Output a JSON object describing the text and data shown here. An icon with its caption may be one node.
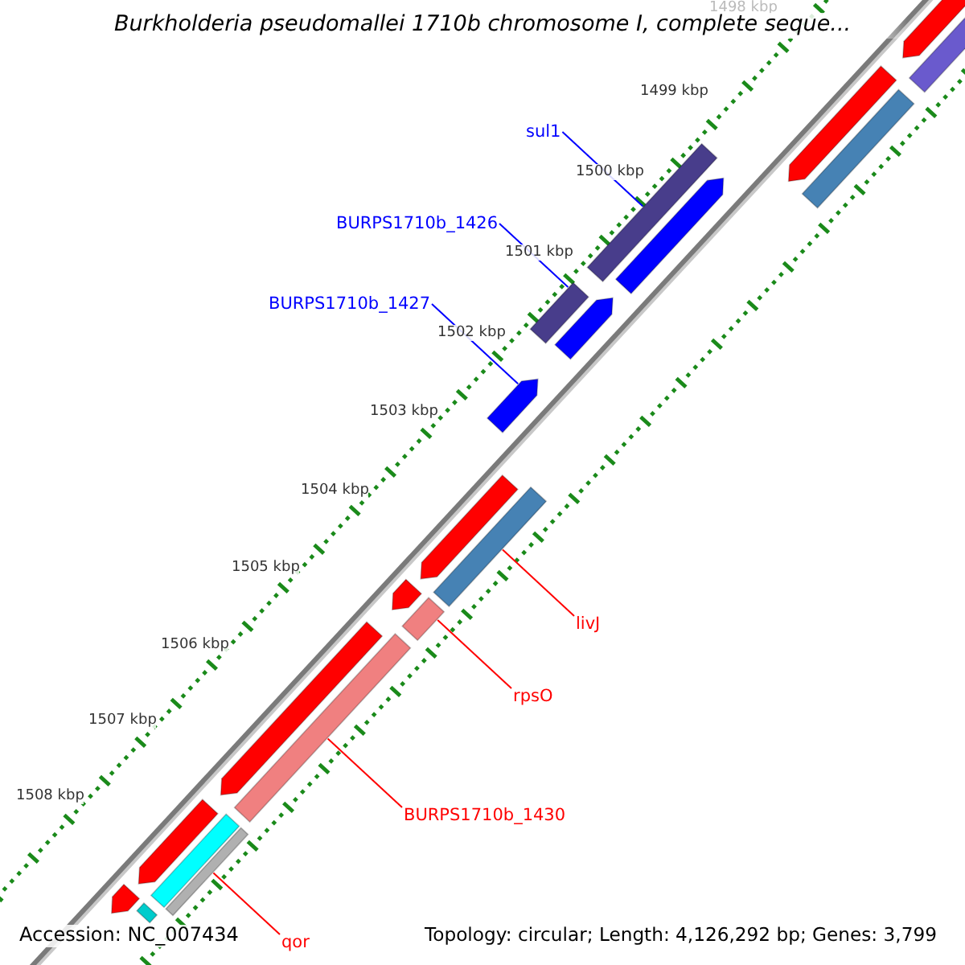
{
  "diagram": {
    "title": "Burkholderia pseudomallei 1710b chromosome I, complete seque...",
    "nodes": [
      {
        "text": [
          "sul1"
        ]
      },
      {
        "text": [],
        "shape": "bar"
      },
      {
        "text": [
          "BURPS1710b_1426"
        ]
      },
      {
        "text": [],
        "shape": "bar"
      },
      {
        "text": [
          "BURPS1710b_1427"
        ]
      },
      {
        "text": [],
        "shape": "arrow"
      },
      {
        "text": [
          "livJ"
        ]
      },
      {
        "text": [],
        "shape": "bar"
      },
      {
        "text": [
          "rpsO"
        ]
      },
      {
        "text": [],
        "shape": "bar"
      },
      {
        "text": [
          "BURPS1710b_1430"
        ]
      },
      {
        "text": [],
        "shape": "bar"
      },
      {
        "text": [
          "qor"
        ]
      },
      {
        "text": [],
        "shape": "bar"
      },
      {
        "text": [],
        "shape": "arrow"
      },
      {
        "text": [],
        "shape": "bar"
      },
      {
        "text": [],
        "shape": "arrow"
      },
      {
        "text": [],
        "shape": "bar"
      },
      {
        "text": [],
        "shape": "arrow"
      },
      {
        "text": [],
        "shape": "arrow"
      },
      {
        "text": [],
        "shape": "arrow"
      },
      {
        "text": [],
        "shape": "arrow"
      },
      {
        "text": [],
        "shape": "bar"
      },
      {
        "text": [],
        "shape": "arrow"
      },
      {
        "text": [],
        "shape": "bar"
      },
      {
        "text": [],
        "shape": "arrow"
      },
      {
        "text": [],
        "shape": "arrow"
      }
    ],
    "edges": [
      {
        "from": 0,
        "to": 1,
        "arrow": "none",
        "color": "#0000ff"
      },
      {
        "from": 2,
        "to": 3,
        "arrow": "none",
        "color": "#0000ff"
      },
      {
        "from": 4,
        "to": 5,
        "arrow": "none",
        "color": "#0000ff"
      },
      {
        "from": 6,
        "to": 7,
        "arrow": "none"
      },
      {
        "from": 8,
        "to": 9,
        "arrow": "none"
      },
      {
        "from": 10,
        "to": 11,
        "arrow": "none"
      },
      {
        "from": 12,
        "to": 13,
        "arrow": "none"
      }
    ],
    "labels": [
      "1498 kbp",
      "1499 kbp",
      "1500 kbp",
      "1501 kbp",
      "1502 kbp",
      "1503 kbp",
      "1504 kbp",
      "1505 kbp",
      "1506 kbp",
      "1507 kbp",
      "1508 kbp",
      "Accession: NC_007434",
      "Topology: circular; Length: 4,126,292 bp; Genes: 3,799"
    ]
  }
}
